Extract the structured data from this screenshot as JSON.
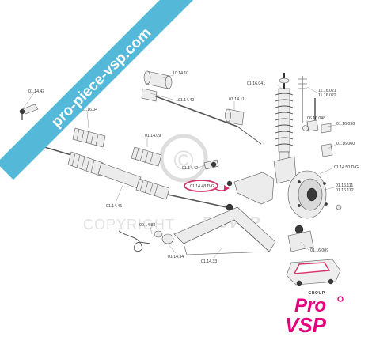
{
  "watermark": {
    "site": "pro-piece-vsp.com",
    "copyright": "COPYRIGHT",
    "copyright_mark": "©",
    "faint_brand": "ProVSP"
  },
  "brand": {
    "group": "GROUP",
    "pro": "Pro",
    "vsp": "VSP",
    "accent": "#e6007e",
    "ring": "#d6336c",
    "ribbon": "#54b8d8"
  },
  "parts": {
    "p01_14_10": "10.14.10",
    "p01_14_40": "01.14.40",
    "p01_14_11": "01.14.11",
    "p01_14_42_top": "01.14.42",
    "p01_16_04": "01.16.04",
    "p01_16_041": "01.16.041",
    "p11_16_021": "11.16.021",
    "p11_16_022": "11.16.022",
    "p06_16_048": "06.16.048",
    "p01_16_098": "01.16.098",
    "p01_16_060": "01.16.060",
    "p01_14_09": "01.14.09",
    "p01_14_42_mid": "01.14.42",
    "p01_14_50": "01.14.50 D/G",
    "p01_16_111": "01.16.111",
    "p01_16_112": "01.16.112",
    "p01_14_48": "01.14.48 D/G",
    "p01_14_45": "01.14.45",
    "p00_14_88": "00.14.88",
    "p01_14_34": "01.14.34",
    "p01_14_33": "01.14.33",
    "p01_16_009": "01.16.009"
  }
}
